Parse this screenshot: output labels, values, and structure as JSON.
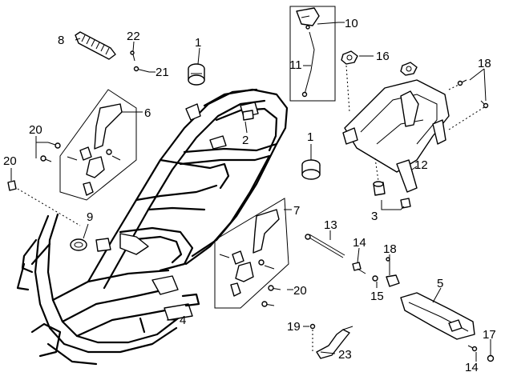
{
  "callouts": {
    "c1a": "1",
    "c1b": "1",
    "c2": "2",
    "c3": "3",
    "c4": "4",
    "c5": "5",
    "c6": "6",
    "c7": "7",
    "c8": "8",
    "c9": "9",
    "c10": "10",
    "c11": "11",
    "c12": "12",
    "c13": "13",
    "c14a": "14",
    "c14b": "14",
    "c15": "15",
    "c16": "16",
    "c17": "17",
    "c18a": "18",
    "c18b": "18",
    "c19": "19",
    "c20a": "20",
    "c20b": "20",
    "c20c": "20",
    "c21": "21",
    "c22": "22",
    "c23": "23"
  },
  "colors": {
    "ink": "#000000",
    "paper": "#ffffff"
  }
}
